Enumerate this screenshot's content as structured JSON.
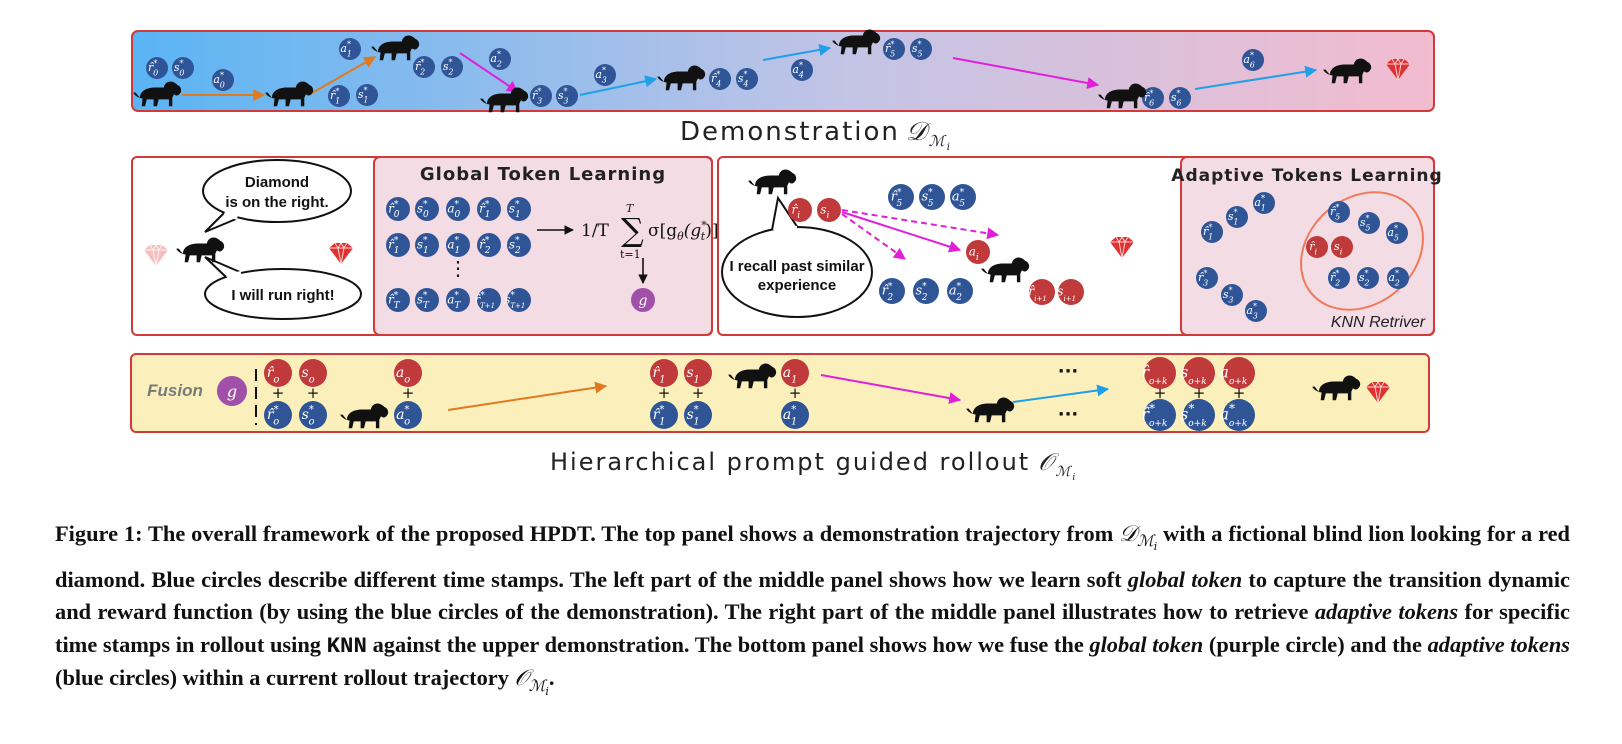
{
  "colors": {
    "blue_circle": "#2f5597",
    "red_circle": "#c0393b",
    "purple_circle": "#a050a8",
    "panel_border": "#d23a3a",
    "demo_gradient_start": "#5ab4f4",
    "demo_gradient_end": "#f3bccf",
    "pink_panel": "#f3dce4",
    "fusion_panel": "#fbf0bb",
    "orange_arrow": "#e07a1f",
    "magenta_arrow": "#e020d8",
    "cyan_arrow": "#1fa0e8",
    "diamond": "#e03030"
  },
  "icons": [
    "lion-icon",
    "diamond-icon",
    "speech-bubble-icon"
  ],
  "top_panel": {
    "title": "Demonstration",
    "title_math": "𝒟",
    "title_sub": "ℳ",
    "title_subsub": "i",
    "circles": [
      {
        "base": "r̂",
        "sup": "*",
        "sub": "0"
      },
      {
        "base": "s",
        "sup": "*",
        "sub": "0"
      },
      {
        "base": "a",
        "sup": "*",
        "sub": "0"
      },
      {
        "base": "a",
        "sup": "*",
        "sub": "1"
      },
      {
        "base": "r̂",
        "sup": "*",
        "sub": "1"
      },
      {
        "base": "s",
        "sup": "*",
        "sub": "1"
      },
      {
        "base": "r̂",
        "sup": "*",
        "sub": "2"
      },
      {
        "base": "s",
        "sup": "*",
        "sub": "2"
      },
      {
        "base": "a",
        "sup": "*",
        "sub": "2"
      },
      {
        "base": "r̂",
        "sup": "*",
        "sub": "3"
      },
      {
        "base": "s",
        "sup": "*",
        "sub": "3"
      },
      {
        "base": "a",
        "sup": "*",
        "sub": "3"
      },
      {
        "base": "r̂",
        "sup": "*",
        "sub": "4"
      },
      {
        "base": "s",
        "sup": "*",
        "sub": "4"
      },
      {
        "base": "a",
        "sup": "*",
        "sub": "4"
      },
      {
        "base": "r̂",
        "sup": "*",
        "sub": "5"
      },
      {
        "base": "s",
        "sup": "*",
        "sub": "5"
      },
      {
        "base": "r̂",
        "sup": "*",
        "sub": "6"
      },
      {
        "base": "s",
        "sup": "*",
        "sub": "6"
      },
      {
        "base": "a",
        "sup": "*",
        "sub": "6"
      }
    ]
  },
  "middle_left": {
    "bubble_top": [
      "Diamond",
      "is on the right."
    ],
    "bubble_bottom": "I will run right!",
    "global_title": "Global Token Learning",
    "global_formula": "1/T",
    "global_sum_top": "T",
    "global_sum_bottom": "t=1",
    "global_sigma": "σ[g",
    "global_theta": "θ",
    "global_arg": "(g",
    "global_arg_sup": "*",
    "global_arg_sub": "t",
    "global_close": ")]",
    "global_token": "g",
    "ellipsis": "⋮",
    "rows": [
      [
        {
          "base": "r̂",
          "sup": "*",
          "sub": "0"
        },
        {
          "base": "s",
          "sup": "*",
          "sub": "0"
        },
        {
          "base": "a",
          "sup": "*",
          "sub": "0"
        },
        {
          "base": "r̂",
          "sup": "*",
          "sub": "1"
        },
        {
          "base": "s",
          "sup": "*",
          "sub": "1"
        }
      ],
      [
        {
          "base": "r̂",
          "sup": "*",
          "sub": "1"
        },
        {
          "base": "s",
          "sup": "*",
          "sub": "1"
        },
        {
          "base": "a",
          "sup": "*",
          "sub": "1"
        },
        {
          "base": "r̂",
          "sup": "*",
          "sub": "2"
        },
        {
          "base": "s",
          "sup": "*",
          "sub": "2"
        }
      ],
      [
        {
          "base": "r̂",
          "sup": "*",
          "sub": "T"
        },
        {
          "base": "s",
          "sup": "*",
          "sub": "T"
        },
        {
          "base": "a",
          "sup": "*",
          "sub": "T"
        },
        {
          "base": "r̂",
          "sup": "*",
          "sub": "T+1"
        },
        {
          "base": "s",
          "sup": "*",
          "sub": "T+1"
        }
      ]
    ]
  },
  "middle_right": {
    "bubble": [
      "I recall past similar",
      "experience"
    ],
    "adaptive_title": "Adaptive Tokens Learning",
    "knn_label": "KNN Retriver",
    "query": [
      {
        "base": "r̂",
        "sub": "i"
      },
      {
        "base": "s",
        "sub": "i"
      },
      {
        "base": "a",
        "sub": "i"
      },
      {
        "base": "r̂",
        "sub": "i+1"
      },
      {
        "base": "s",
        "sub": "i+1"
      }
    ],
    "near_top": [
      {
        "base": "r̂",
        "sup": "*",
        "sub": "5"
      },
      {
        "base": "s",
        "sup": "*",
        "sub": "5"
      },
      {
        "base": "a",
        "sup": "*",
        "sub": "5"
      }
    ],
    "near_bottom": [
      {
        "base": "r̂",
        "sup": "*",
        "sub": "2"
      },
      {
        "base": "s",
        "sup": "*",
        "sub": "2"
      },
      {
        "base": "a",
        "sup": "*",
        "sub": "2"
      }
    ],
    "cluster_outside": [
      {
        "base": "r̂",
        "sup": "*",
        "sub": "1"
      },
      {
        "base": "s",
        "sup": "*",
        "sub": "1"
      },
      {
        "base": "a",
        "sup": "*",
        "sub": "1"
      },
      {
        "base": "r̂",
        "sup": "*",
        "sub": "3"
      },
      {
        "base": "s",
        "sup": "*",
        "sub": "3"
      },
      {
        "base": "a",
        "sup": "*",
        "sub": "3"
      }
    ],
    "cluster_inside": [
      {
        "base": "r̂",
        "sup": "*",
        "sub": "5"
      },
      {
        "base": "s",
        "sup": "*",
        "sub": "5"
      },
      {
        "base": "a",
        "sup": "*",
        "sub": "5"
      },
      {
        "base": "r̂",
        "sub": "i"
      },
      {
        "base": "s",
        "sub": "i"
      },
      {
        "base": "r̂",
        "sup": "*",
        "sub": "2"
      },
      {
        "base": "s",
        "sup": "*",
        "sub": "2"
      },
      {
        "base": "a",
        "sup": "*",
        "sub": "2"
      }
    ]
  },
  "bottom_panel": {
    "label": "Fusion",
    "global_token": "g",
    "title": "Hierarchical prompt guided rollout",
    "title_math": "𝒪",
    "title_sub": "ℳ",
    "title_subsub": "i",
    "ellipsis": "···",
    "plus": "+",
    "pairs": [
      {
        "top": {
          "base": "r̂",
          "sub": "o"
        },
        "bottom": {
          "base": "r̂",
          "sup": "*",
          "sub": "o"
        }
      },
      {
        "top": {
          "base": "s",
          "sub": "o"
        },
        "bottom": {
          "base": "s",
          "sup": "*",
          "sub": "o"
        }
      },
      {
        "top": {
          "base": "a",
          "sub": "o"
        },
        "bottom": {
          "base": "a",
          "sup": "*",
          "sub": "o"
        }
      },
      {
        "top": {
          "base": "r̂",
          "sub": "1"
        },
        "bottom": {
          "base": "r̂",
          "sup": "*",
          "sub": "1"
        }
      },
      {
        "top": {
          "base": "s",
          "sub": "1"
        },
        "bottom": {
          "base": "s",
          "sup": "*",
          "sub": "1"
        }
      },
      {
        "top": {
          "base": "a",
          "sub": "1"
        },
        "bottom": {
          "base": "a",
          "sup": "*",
          "sub": "1"
        }
      },
      {
        "top": {
          "base": "r̂",
          "sub": "o+k"
        },
        "bottom": {
          "base": "r̂",
          "sup": "*",
          "sub": "o+k"
        }
      },
      {
        "top": {
          "base": "s",
          "sub": "o+k"
        },
        "bottom": {
          "base": "s",
          "sup": "*",
          "sub": "o+k"
        }
      },
      {
        "top": {
          "base": "a",
          "sub": "o+k"
        },
        "bottom": {
          "base": "a",
          "sup": "*",
          "sub": "o+k"
        }
      }
    ]
  },
  "caption": {
    "p1": "Figure 1: The overall framework of the proposed HPDT. The top panel shows a demonstration trajectory from ",
    "m1": "𝒟",
    "m1_sub": "ℳ",
    "m1_subsub": "i",
    "p2": " with a fictional blind lion looking for a red diamond. Blue circles describe different time stamps. The left part of the middle panel shows how we learn soft ",
    "e1": "global token",
    "p3": " to capture the transition dynamic and reward function (by using the blue circles of the demonstration). The right part of the middle panel illustrates how to retrieve ",
    "e2": "adaptive tokens",
    "p4": " for specific time stamps in rollout using ",
    "code": "KNN",
    "p5": " against the upper demonstration. The bottom panel shows how we fuse the ",
    "e3": "global token",
    "p6": " (purple circle) and the ",
    "e4": "adaptive tokens",
    "p7": " (blue circles) within a current rollout trajectory ",
    "m2": "𝒪",
    "m2_sub": "ℳ",
    "m2_subsub": "i",
    "p8": "."
  }
}
